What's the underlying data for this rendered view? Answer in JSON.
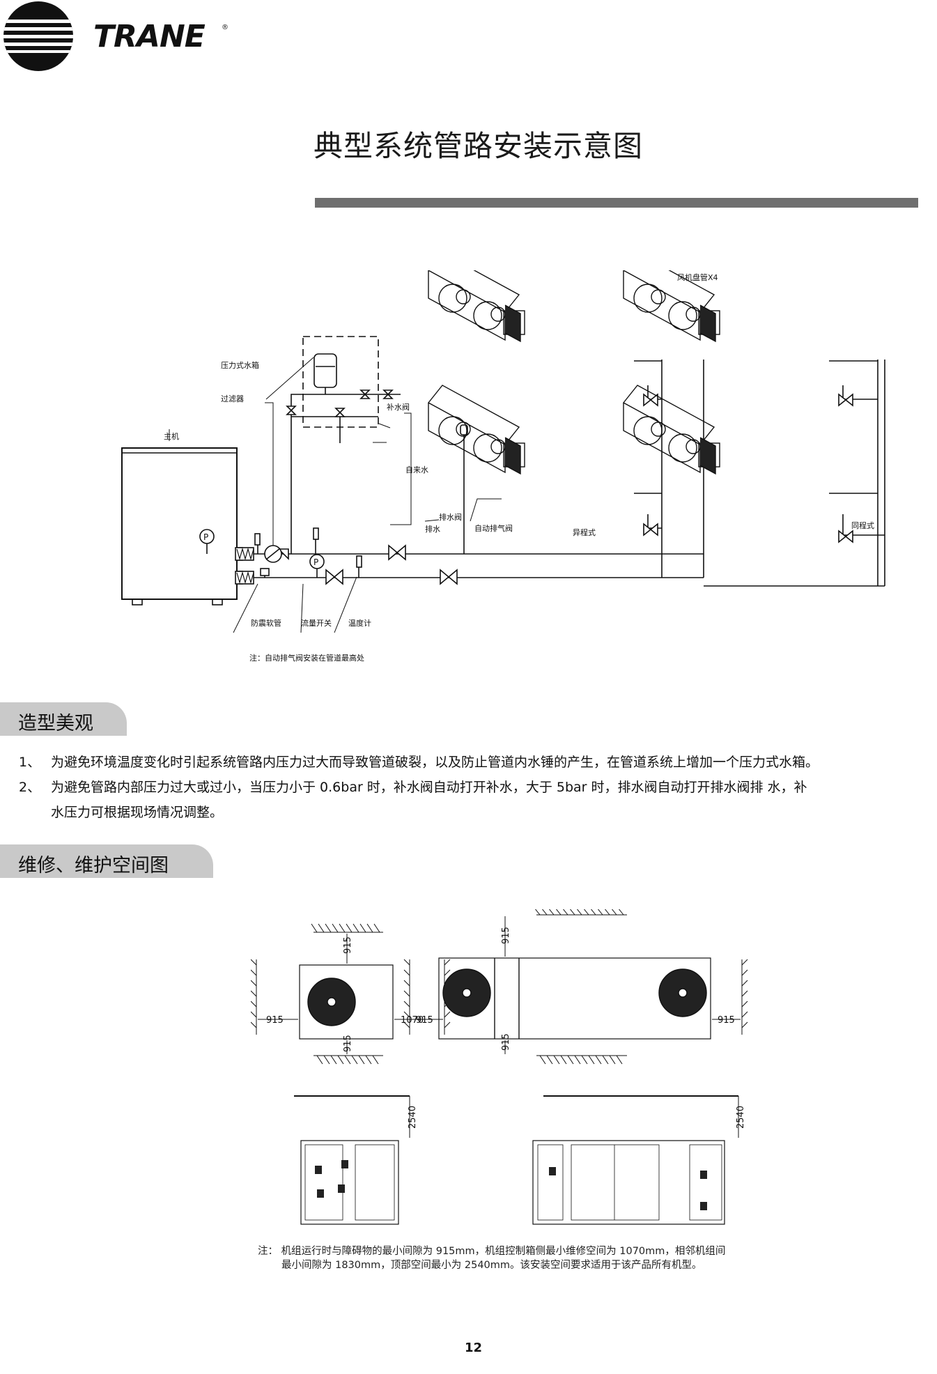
{
  "brand": {
    "name": "TRANE"
  },
  "page_title": "典型系统管路安装示意图",
  "piping_diagram": {
    "labels": {
      "host": "主机",
      "pressure_tank": "压力式水箱",
      "filter": "过滤器",
      "makeup_valve": "补水阀",
      "tap_water": "自来水",
      "drain": "排水",
      "drain_valve": "排水阀",
      "auto_vent": "自动排气阀",
      "reverse_return": "异程式",
      "direct_return": "同程式",
      "fan_coil": "风机盘管X4",
      "anti_vibration": "防震软管",
      "flow_switch": "流量开关",
      "thermometer": "温度计",
      "pressure_symbol": "P"
    },
    "note": "注：自动排气阀安装在管道最高处"
  },
  "section1": {
    "heading": "造型美观",
    "items": [
      {
        "num": "1、",
        "lines": [
          "为避免环境温度变化时引起系统管路内压力过大而导致管道破裂，以及防止管道内水锤的产生，在管道系统上增加一个压力式水箱。"
        ]
      },
      {
        "num": "2、",
        "lines": [
          "为避免管路内部压力过大或过小，当压力小于 0.6bar 时，补水阀自动打开补水，大于 5bar 时，排水阀自动打开排水阀排 水，补",
          "水压力可根据现场情况调整。"
        ]
      }
    ]
  },
  "section2": {
    "heading": "维修、维护空间图",
    "dims": {
      "d915": "915",
      "d1070": "1070",
      "d2540": "2540"
    },
    "note_lines": [
      "注：  机组运行时与障碍物的最小间隙为 915mm，机组控制箱侧最小维修空间为 1070mm，相邻机组间",
      "最小间隙为 1830mm，顶部空间最小为 2540mm。该安装空间要求适用于该产品所有机型。"
    ]
  },
  "page_number": "12"
}
